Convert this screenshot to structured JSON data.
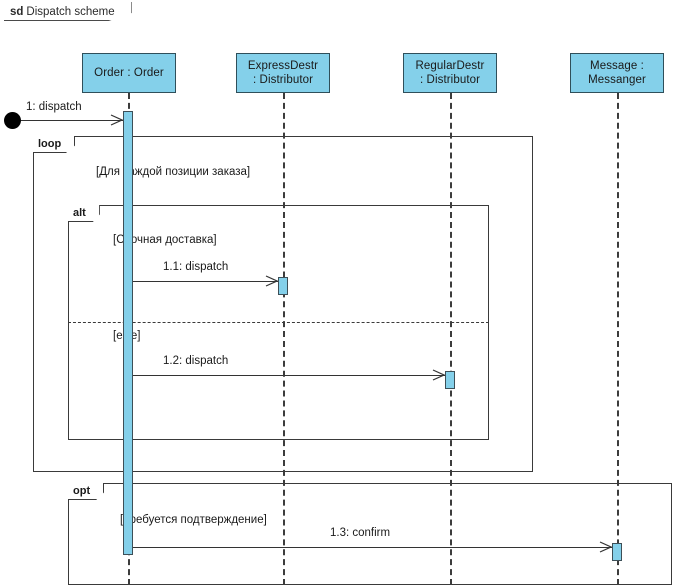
{
  "frame": {
    "keyword": "sd",
    "title": "Dispatch scheme"
  },
  "lifelines": [
    {
      "id": "order",
      "line1": "Order : Order",
      "line2": ""
    },
    {
      "id": "express",
      "line1": "ExpressDestr",
      "line2": ": Distributor"
    },
    {
      "id": "regular",
      "line1": "RegularDestr",
      "line2": ": Distributor"
    },
    {
      "id": "messenger",
      "line1": "Message :",
      "line2": "Messanger"
    }
  ],
  "fragments": [
    {
      "id": "loop",
      "label": "loop",
      "guard": "[Для каждой позиции заказа]"
    },
    {
      "id": "alt",
      "label": "alt",
      "guard": "[Срочная доставка]",
      "guard2": "[else]"
    },
    {
      "id": "opt",
      "label": "opt",
      "guard": "[Требуется подтверждение]"
    }
  ],
  "messages": [
    {
      "id": "m1",
      "label": "1: dispatch",
      "from": "found",
      "to": "order"
    },
    {
      "id": "m11",
      "label": "1.1: dispatch",
      "from": "order",
      "to": "express"
    },
    {
      "id": "m12",
      "label": "1.2: dispatch",
      "from": "order",
      "to": "regular"
    },
    {
      "id": "m13",
      "label": "1.3: confirm",
      "from": "order",
      "to": "messenger"
    }
  ],
  "colors": {
    "lifeline_fill": "#84d0ea",
    "lifeline_border": "#2f4f5a",
    "line": "#333333"
  }
}
